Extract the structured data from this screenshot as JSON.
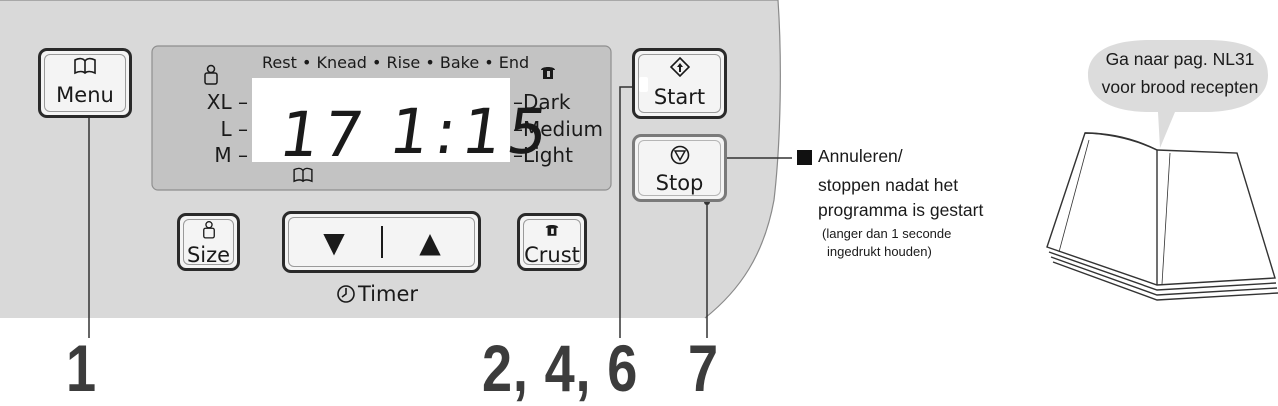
{
  "panel": {
    "menu_label": "Menu",
    "start_label": "Start",
    "stop_label": "Stop",
    "size_label": "Size",
    "crust_label": "Crust",
    "timer_label": "Timer",
    "down_arrow": "▼",
    "up_arrow": "▲"
  },
  "display": {
    "stages": "Rest • Knead • Rise • Bake • End",
    "size_levels": [
      "XL –",
      "L –",
      "M –"
    ],
    "crust_levels": [
      "–Dark",
      "–Medium",
      "–Light"
    ],
    "program_number": "17",
    "time": "1:15"
  },
  "callouts": {
    "menu": "1",
    "start": "2, 4, 6",
    "stop": "7"
  },
  "stop_note": {
    "line1": "Annuleren/",
    "line2": "stoppen nadat het",
    "line3": "programma is gestart",
    "small1": "(langer dan 1 seconde",
    "small2": "ingedrukt houden)"
  },
  "recipe_bubble": {
    "line1": "Ga naar pag. NL31",
    "line2": "voor brood recepten"
  }
}
